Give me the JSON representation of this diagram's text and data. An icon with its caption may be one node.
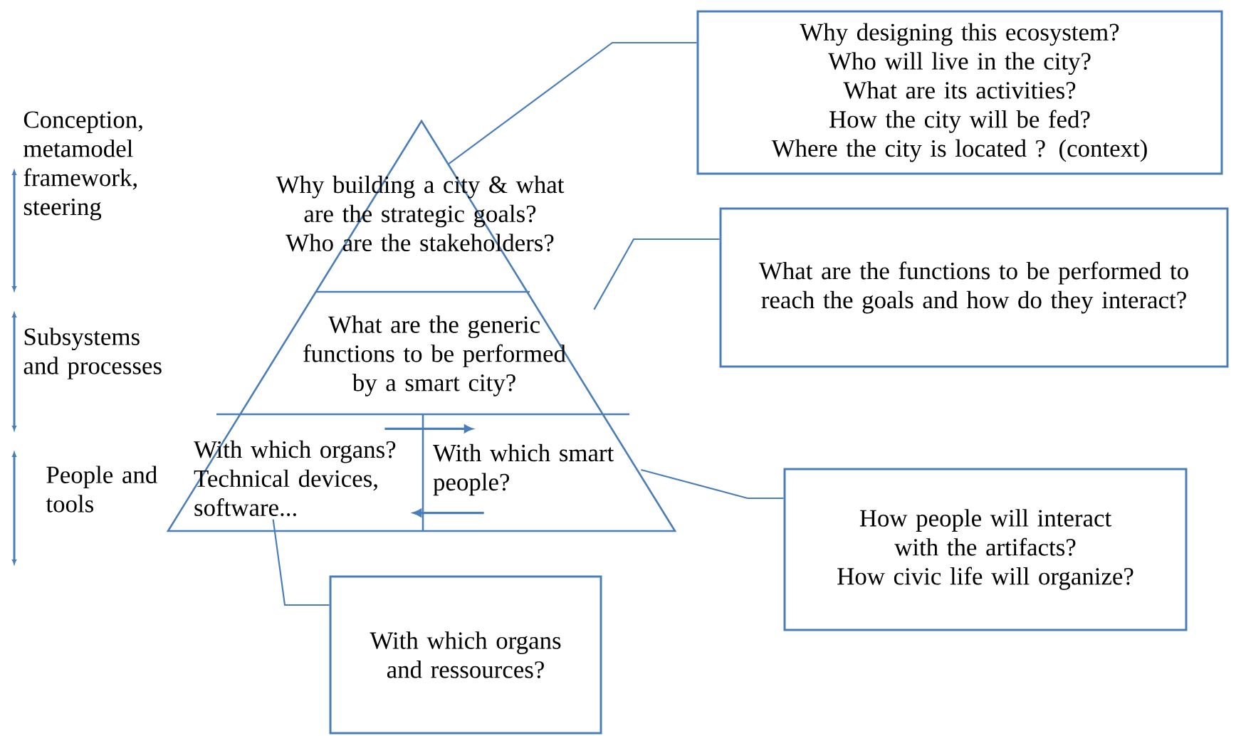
{
  "diagram": {
    "nodes": [
      {
        "text": [
          "Why building a city & what are the strategic goals? Who are the stakeholders?"
        ]
      },
      {
        "text": [
          "What are the generic functions to be performed by a smart city?"
        ]
      },
      {
        "text": [
          "With which organs? Technical devices, software..."
        ]
      },
      {
        "text": [
          "With which smart people?"
        ]
      },
      {
        "text": [
          "Why designing this ecosystem?",
          "Who will live in the city?",
          "What are its activities?",
          "How the city will be fed?",
          "Where the city is located ? (context)"
        ]
      },
      {
        "text": [
          "What are the functions to be performed to reach the goals and how do they interact?"
        ]
      },
      {
        "text": [
          "How people will interact with the artifacts?",
          "How civic life will organize?"
        ]
      },
      {
        "text": [
          "With which organs and ressources?"
        ]
      }
    ],
    "edges": [
      {
        "from": 4,
        "to": 0,
        "arrow": "none"
      },
      {
        "from": 5,
        "to": 1,
        "arrow": "none"
      },
      {
        "from": 6,
        "to": 3,
        "arrow": "none"
      },
      {
        "from": 7,
        "to": 2,
        "arrow": "none"
      },
      {
        "from": 2,
        "to": 3,
        "arrow": "to"
      },
      {
        "from": 3,
        "to": 2,
        "arrow": "to"
      }
    ],
    "labels": [
      "Conception, metamodel framework, steering",
      "Subsystems and processes",
      "People and tools"
    ]
  }
}
